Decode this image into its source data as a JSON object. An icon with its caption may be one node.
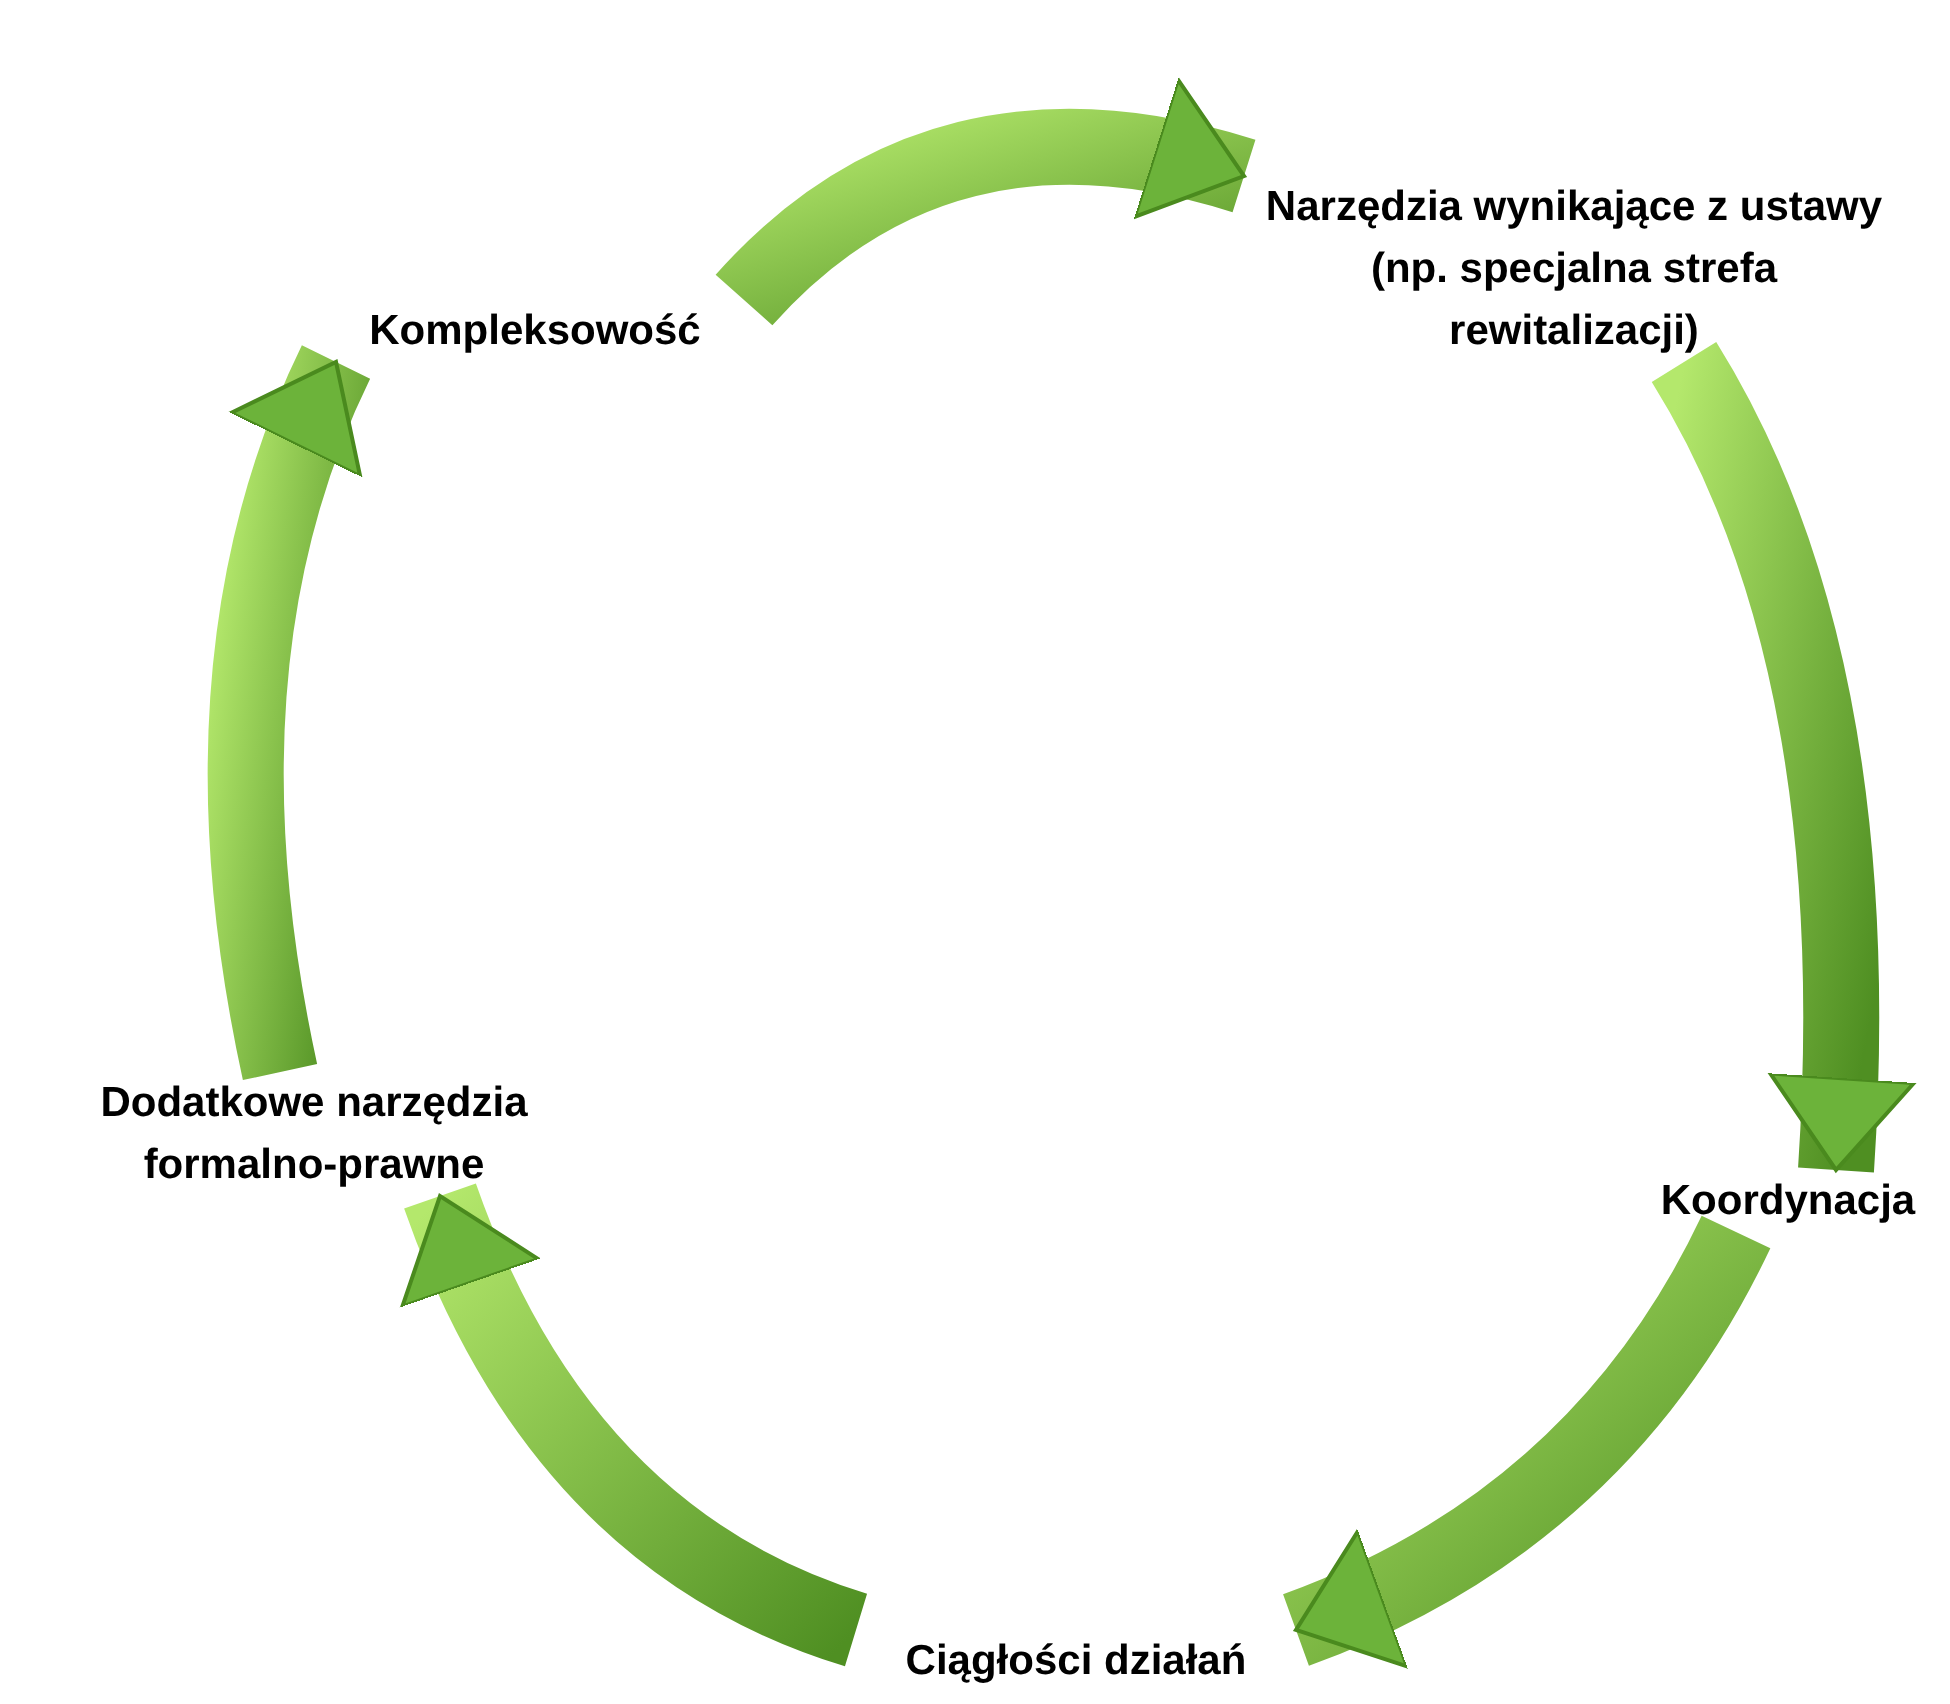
{
  "diagram": {
    "nodes": [
      {
        "text": [
          "Kompleksowość"
        ]
      },
      {
        "text": [
          "Narzędzia wynikające z ustawy (np. specjalna strefa rewitalizacji)"
        ]
      },
      {
        "text": [
          "Koordynacja"
        ]
      },
      {
        "text": [
          "Ciągłości działań"
        ]
      },
      {
        "text": [
          "Dodatkowe narzędzia formalno-prawne"
        ]
      }
    ],
    "edges": [
      {
        "from": 0,
        "to": 1,
        "arrow": "to"
      },
      {
        "from": 1,
        "to": 2,
        "arrow": "to"
      },
      {
        "from": 2,
        "to": 3,
        "arrow": "to"
      },
      {
        "from": 3,
        "to": 4,
        "arrow": "to"
      },
      {
        "from": 4,
        "to": 0,
        "arrow": "to"
      }
    ]
  }
}
